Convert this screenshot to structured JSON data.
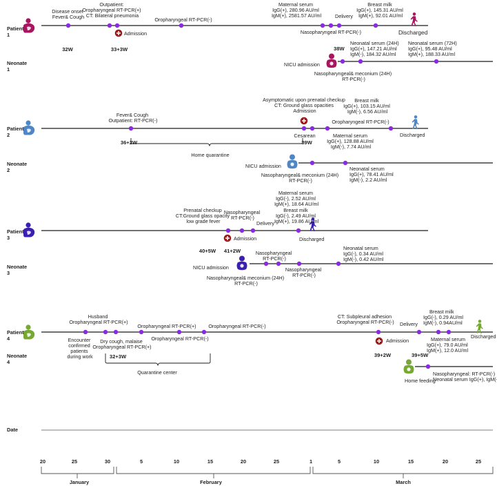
{
  "colors": {
    "dot": "#8a2be2",
    "line": "#1a1a1a",
    "patient1": "#a8165f",
    "patient2": "#4f86c6",
    "patient3": "#3a1fb0",
    "patient4": "#77a834",
    "admission_icon": "#9b1b1b"
  },
  "icons": {
    "pregnant": "pregnant-woman-icon",
    "baby": "infant-icon",
    "walking": "walking-person-icon",
    "admission": "hospital-cross-icon"
  },
  "rows": {
    "p1": {
      "line1": "Patient",
      "line2": "1"
    },
    "n1": {
      "line1": "Neonate",
      "line2": "1"
    },
    "p2": {
      "line1": "Patient",
      "line2": "2"
    },
    "n2": {
      "line1": "Neonate",
      "line2": "2"
    },
    "p3": {
      "line1": "Patient",
      "line2": "3"
    },
    "n3": {
      "line1": "Neonate",
      "line2": "3"
    },
    "p4": {
      "line1": "Patient",
      "line2": "4"
    },
    "n4": {
      "line1": "Neonate",
      "line2": "4"
    }
  },
  "p1": {
    "onset": [
      "Disease onset",
      "Fever& Cough"
    ],
    "outpatient": [
      "Outpatient:",
      "Oropharyngeal RT-PCR(+)",
      "CT: Bilateral pneumonia"
    ],
    "admission": "Admission",
    "oro_neg": "Oropharyngeal RT-PCR(-)",
    "maternal": [
      "Maternal serum",
      "IgG(+), 280.96 AU/ml",
      "IgM(+), 2581.57 AU/ml"
    ],
    "naso": "Nasopharyngeal RT-PCR(-)",
    "delivery": "Delivery",
    "breast": [
      "Breast milk",
      "IgG(+), 145.31 AU/ml",
      "IgM(+), 92.01 AU/ml"
    ],
    "discharged": "Discharged",
    "w1": "32W",
    "w2": "33+3W"
  },
  "n1": {
    "w": "38W",
    "nicu": "NICU admission",
    "naso": [
      "Nasopharyngeal& meconium (24H)",
      "RT-PCR(-)"
    ],
    "serum24": [
      "Neonatal serum (24H)",
      "IgG(+), 147.21 AU/ml",
      "IgM(-), 184.32 AU/ml"
    ],
    "serum72": [
      "Neonatal serum (72H)",
      "IgG(+), 95.48 AU/ml",
      "IgM(+), 188.33 AU/ml"
    ]
  },
  "p2": {
    "fever": [
      "Fever& Cough",
      "Outpatient: RT-PCR(-)"
    ],
    "w1": "36+2W",
    "home_q": "Home quarantine",
    "prenatal": [
      "Asymptomatic upon prenatal checkup",
      "CT: Ground glass opacities",
      "Admission"
    ],
    "oro_neg": "Oropharyngeal RT-PCR(-)",
    "breast": [
      "Breast milk",
      "IgG(+), 103.15 AU/ml",
      "IgM(-), 6.56 AU/ml"
    ],
    "cesarean": "Cesarean",
    "w2": "39W",
    "maternal": [
      "Maternal serum",
      "IgG(+), 128.88 AU/ml",
      "IgM(-), 7.74 AU/ml"
    ],
    "discharged": "Discharged"
  },
  "n2": {
    "nicu": "NICU admission",
    "naso": [
      "Nasopharyngeal& meconium (24H)",
      "RT-PCR(-)"
    ],
    "serum": [
      "Neonatal serum",
      "IgG(+), 78.41 AU/ml",
      "IgM(-), 2.2 AU/ml"
    ]
  },
  "p3": {
    "maternal": [
      "Maternal serum",
      "IgG(-), 2.52 AU/ml",
      "IgM(+), 18.64 AU/ml"
    ],
    "breast": [
      "Breast milk",
      "IgG(-), 2.49 AU/ml",
      "IgM(+), 19.86 AU/ml"
    ],
    "prenatal": [
      "Prenatal checkup",
      "CT:Ground glass opacity",
      "low grade fever"
    ],
    "naso": [
      "Nasopharyngeal",
      "RT-PCR(-)"
    ],
    "delivery": "Delivery",
    "discharged": "Discharged",
    "admission": "Admission",
    "w1": "40+5W",
    "w2": "41+2W"
  },
  "n3": {
    "nicu": "NICU admission",
    "naso_top": [
      "Nasopharyngeal",
      "RT-PCR(-)"
    ],
    "naso_bottom": [
      "Nasopharyngeal",
      "RT-PCR(-)"
    ],
    "serum": [
      "Neonatal serum",
      "IgG(-), 0.34 AU/ml",
      "IgM(-), 0.42 AU/ml"
    ],
    "meconium": [
      "Nasopharyngeal& meconium (24H)",
      "RT-PCR(-)"
    ]
  },
  "p4": {
    "husband": [
      "Husband",
      "Oropharyngeal RT-PCR(+)"
    ],
    "oro_pos2": "Oropharyngeal RT-PCR(+)",
    "oro_neg_top": "Oropharyngeal RT-PCR(-)",
    "encounter": [
      "Encounter",
      "confirmed",
      "patients",
      "during work"
    ],
    "dry": [
      "Dry cough, malaise",
      "Oropharyngeal RT-PCR(+)"
    ],
    "oro_neg_below": "Oropharyngeal RT-PCR(-)",
    "w1": "32+3W",
    "quarantine": "Quarantine center",
    "ct": [
      "CT: Subpleural adhesion",
      "Oropharyngeal RT-PCR(-)"
    ],
    "admission": "Admission",
    "w2": "39+2W",
    "delivery": "Delivery",
    "breast": [
      "Breast milk",
      "IgG(-), 0.29 AU/ml",
      "IgM(-), 0.94AU/ml"
    ],
    "maternal": [
      "Maternal serum",
      "IgG(+), 79.0 AU/ml",
      "IgM(+), 12.0 AU/ml"
    ],
    "discharged": "Discharged"
  },
  "n4": {
    "w": "39+5W",
    "home": "Home feeding",
    "naso": [
      "Nasopharyngeal: RT-PCR(-)",
      "Neonatal serum IgG(+), IgM(-)"
    ]
  },
  "axis": {
    "label": "Date",
    "ticks": [
      "20",
      "25",
      "30",
      "5",
      "10",
      "15",
      "20",
      "25",
      "1",
      "5",
      "10",
      "15",
      "20",
      "25"
    ],
    "months": [
      "January",
      "February",
      "March"
    ]
  }
}
